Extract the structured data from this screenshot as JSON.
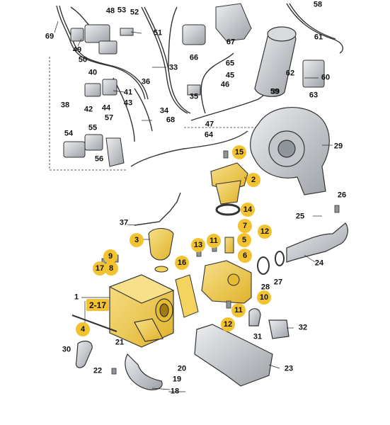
{
  "diagram": {
    "group_label": "2-17",
    "labels": [
      {
        "id": "1",
        "hl": false
      },
      {
        "id": "2",
        "hl": true
      },
      {
        "id": "3",
        "hl": true
      },
      {
        "id": "4",
        "hl": true
      },
      {
        "id": "5",
        "hl": true
      },
      {
        "id": "6",
        "hl": true
      },
      {
        "id": "7",
        "hl": true
      },
      {
        "id": "8",
        "hl": true
      },
      {
        "id": "9",
        "hl": true
      },
      {
        "id": "10",
        "hl": true
      },
      {
        "id": "11a",
        "text": "11",
        "hl": true
      },
      {
        "id": "11b",
        "text": "11",
        "hl": true
      },
      {
        "id": "12a",
        "text": "12",
        "hl": true
      },
      {
        "id": "12b",
        "text": "12",
        "hl": true
      },
      {
        "id": "13",
        "hl": true
      },
      {
        "id": "14",
        "hl": true
      },
      {
        "id": "15",
        "hl": true
      },
      {
        "id": "16",
        "hl": true
      },
      {
        "id": "17",
        "hl": true
      },
      {
        "id": "18",
        "hl": false
      },
      {
        "id": "19",
        "hl": false
      },
      {
        "id": "20",
        "hl": false
      },
      {
        "id": "21",
        "hl": false
      },
      {
        "id": "22",
        "hl": false
      },
      {
        "id": "23",
        "hl": false
      },
      {
        "id": "24",
        "hl": false
      },
      {
        "id": "25",
        "hl": false
      },
      {
        "id": "26",
        "hl": false
      },
      {
        "id": "27",
        "hl": false
      },
      {
        "id": "28",
        "hl": false
      },
      {
        "id": "29",
        "hl": false
      },
      {
        "id": "30",
        "hl": false
      },
      {
        "id": "31",
        "hl": false
      },
      {
        "id": "32",
        "hl": false
      },
      {
        "id": "33",
        "hl": false
      },
      {
        "id": "34",
        "hl": false
      },
      {
        "id": "35",
        "hl": false
      },
      {
        "id": "36",
        "hl": false
      },
      {
        "id": "37",
        "hl": false
      },
      {
        "id": "38",
        "hl": false
      },
      {
        "id": "39",
        "hl": false
      },
      {
        "id": "40",
        "hl": false
      },
      {
        "id": "41",
        "hl": false
      },
      {
        "id": "42",
        "hl": false
      },
      {
        "id": "43",
        "hl": false
      },
      {
        "id": "44",
        "hl": false
      },
      {
        "id": "45",
        "hl": false
      },
      {
        "id": "46",
        "hl": false
      },
      {
        "id": "47",
        "hl": false
      },
      {
        "id": "48",
        "hl": false
      },
      {
        "id": "49",
        "hl": false
      },
      {
        "id": "50",
        "hl": false
      },
      {
        "id": "51",
        "hl": false
      },
      {
        "id": "52",
        "hl": false
      },
      {
        "id": "53",
        "hl": false
      },
      {
        "id": "54",
        "hl": false
      },
      {
        "id": "55",
        "hl": false
      },
      {
        "id": "56",
        "hl": false
      },
      {
        "id": "57",
        "hl": false
      },
      {
        "id": "58",
        "hl": false
      },
      {
        "id": "59",
        "hl": false
      },
      {
        "id": "60",
        "hl": false
      },
      {
        "id": "61",
        "hl": false
      },
      {
        "id": "62",
        "hl": false
      },
      {
        "id": "63",
        "hl": false
      },
      {
        "id": "64",
        "hl": false
      },
      {
        "id": "65",
        "hl": false
      },
      {
        "id": "66",
        "hl": false
      },
      {
        "id": "67",
        "hl": false
      },
      {
        "id": "68",
        "hl": false
      },
      {
        "id": "69",
        "hl": false
      }
    ],
    "colors": {
      "highlight": "#f2c230",
      "part_yellow": "#f4d35e",
      "part_gray": "#c9ccd0",
      "line": "#222222"
    }
  }
}
